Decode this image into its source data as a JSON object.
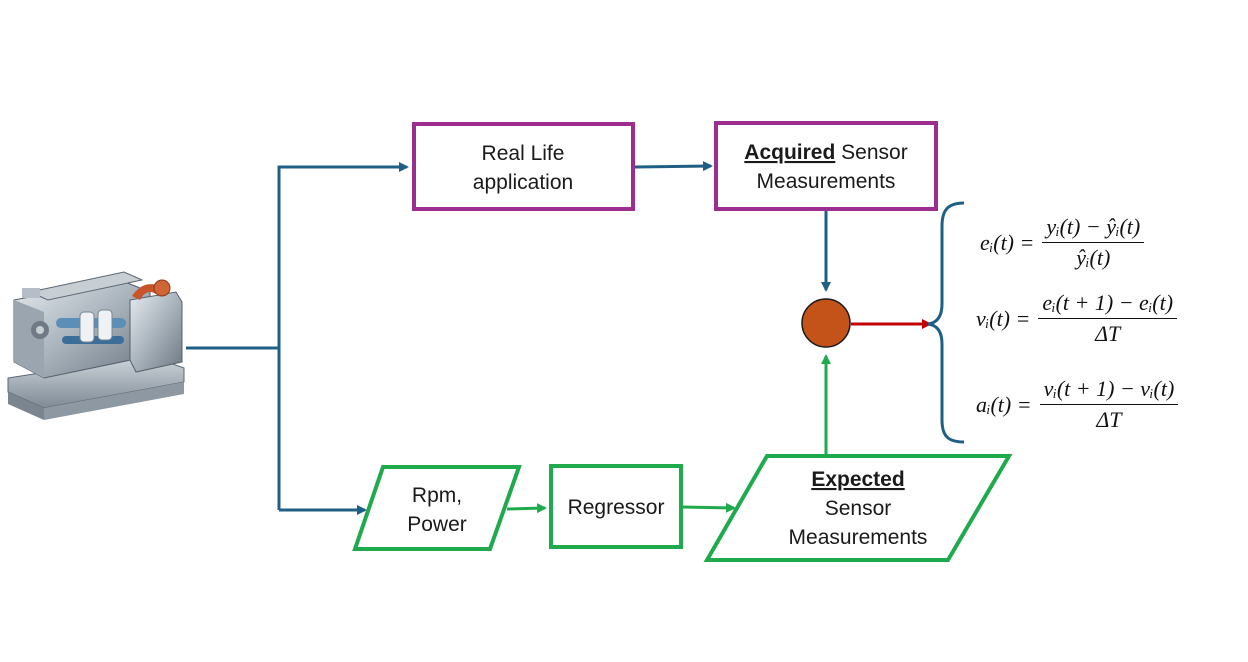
{
  "diagram": {
    "nodes": {
      "real_life": {
        "lines": [
          "Real Life",
          "application"
        ]
      },
      "acquired": {
        "emph": "Acquired",
        "rest": " Sensor",
        "line2": "Measurements"
      },
      "rpm_power": {
        "lines": [
          "Rpm,",
          "Power"
        ]
      },
      "regressor": {
        "lines": [
          "Regressor"
        ]
      },
      "expected": {
        "emph": "Expected",
        "line2": "Sensor",
        "line3": "Measurements"
      }
    },
    "equations": [
      {
        "lhs": "eᵢ(t) =",
        "num": "yᵢ(t) − ŷᵢ(t)",
        "den": "ŷᵢ(t)"
      },
      {
        "lhs": "vᵢ(t) =",
        "num": "eᵢ(t + 1) − eᵢ(t)",
        "den": "ΔT"
      },
      {
        "lhs": "aᵢ(t) =",
        "num": "vᵢ(t + 1) − vᵢ(t)",
        "den": "ΔT"
      }
    ],
    "colors": {
      "purple": "#9b2e8f",
      "green": "#1faa4e",
      "blue": "#1f5f86",
      "orange": "#c4531a",
      "red": "#c00000"
    },
    "icons": [
      "engine-image"
    ]
  }
}
